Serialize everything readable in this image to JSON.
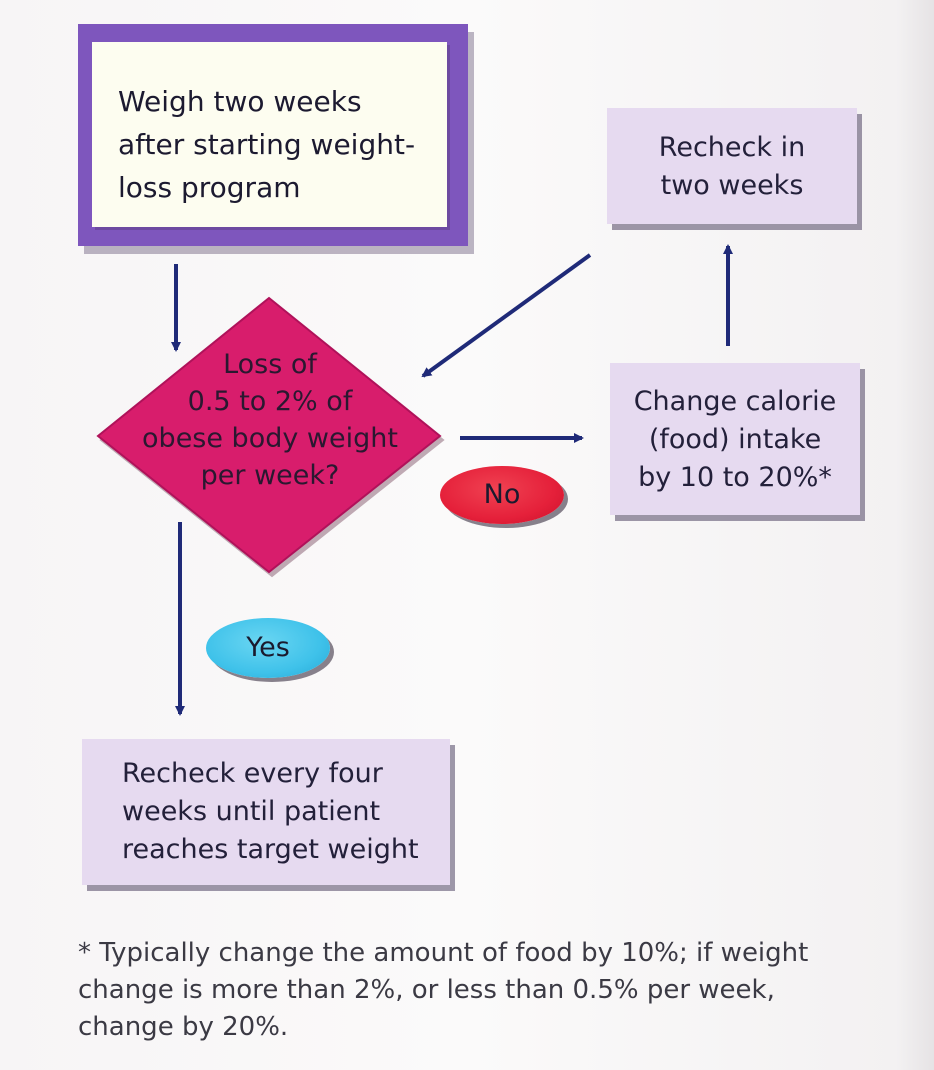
{
  "nodes": {
    "start": {
      "lines": [
        "Weigh two weeks",
        "after starting weight-",
        "loss program"
      ]
    },
    "decision": {
      "lines": [
        "Loss of",
        "0.5 to 2% of",
        "obese body weight",
        "per week?"
      ]
    },
    "change_intake": {
      "lines": [
        "Change calorie",
        "(food) intake",
        "by 10 to 20%*"
      ]
    },
    "recheck_two_weeks": {
      "lines": [
        "Recheck in",
        "two weeks"
      ]
    },
    "recheck_four_weeks": {
      "lines": [
        "Recheck every four",
        "weeks until patient",
        "reaches target weight"
      ]
    }
  },
  "labels": {
    "no": "No",
    "yes": "Yes"
  },
  "footnote": {
    "lines": [
      "* Typically change the amount of food by 10%; if weight",
      "change is more than 2%, or less than 0.5% per week,",
      "change by 20%."
    ]
  },
  "colors": {
    "start_border": "#7e56bd",
    "start_fill": "#fdfdf0",
    "decision_fill": "#d81d6c",
    "box_fill": "#e6daf0",
    "arrow": "#1f2a78",
    "no_pill": "#e5203a",
    "yes_pill": "#3fc2ea"
  }
}
